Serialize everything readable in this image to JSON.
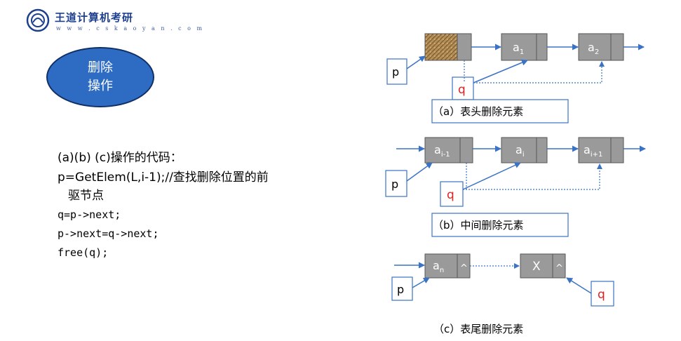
{
  "logo": {
    "title": "王道计算机考研",
    "url": "w w w . c s k a o y a n . c o m"
  },
  "oval": {
    "line1": "删除",
    "line2": "操作"
  },
  "code": {
    "line1": "(a)(b) (c)操作的代码：",
    "line2": "p=GetElem(L,i-1);//查找删除位置的前",
    "line3": "驱节点",
    "line4": "q=p->next;",
    "line5": "p->next=q->next;",
    "line6": "free(q);"
  },
  "diagram": {
    "a": {
      "p": "p",
      "q": "q",
      "node1": "a",
      "node1_sub": "1",
      "node2": "a",
      "node2_sub": "2",
      "caption": "（a）表头删除元素"
    },
    "b": {
      "p": "p",
      "q": "q",
      "node1": "a",
      "node1_sub": "i-1",
      "node2": "a",
      "node2_sub": "i",
      "node3": "a",
      "node3_sub": "i+1",
      "caption": "（b）中间删除元素"
    },
    "c": {
      "p": "p",
      "q": "q",
      "node1": "a",
      "node1_sub": "n",
      "node1_ptr": "^",
      "node2": "X",
      "node2_ptr": "^",
      "caption": "（c）表尾删除元素"
    }
  },
  "colors": {
    "node_fill": "#9a9a9a",
    "arrow": "#3b73c4",
    "q_text": "#e02020",
    "oval_fill": "#2e6cc4"
  }
}
